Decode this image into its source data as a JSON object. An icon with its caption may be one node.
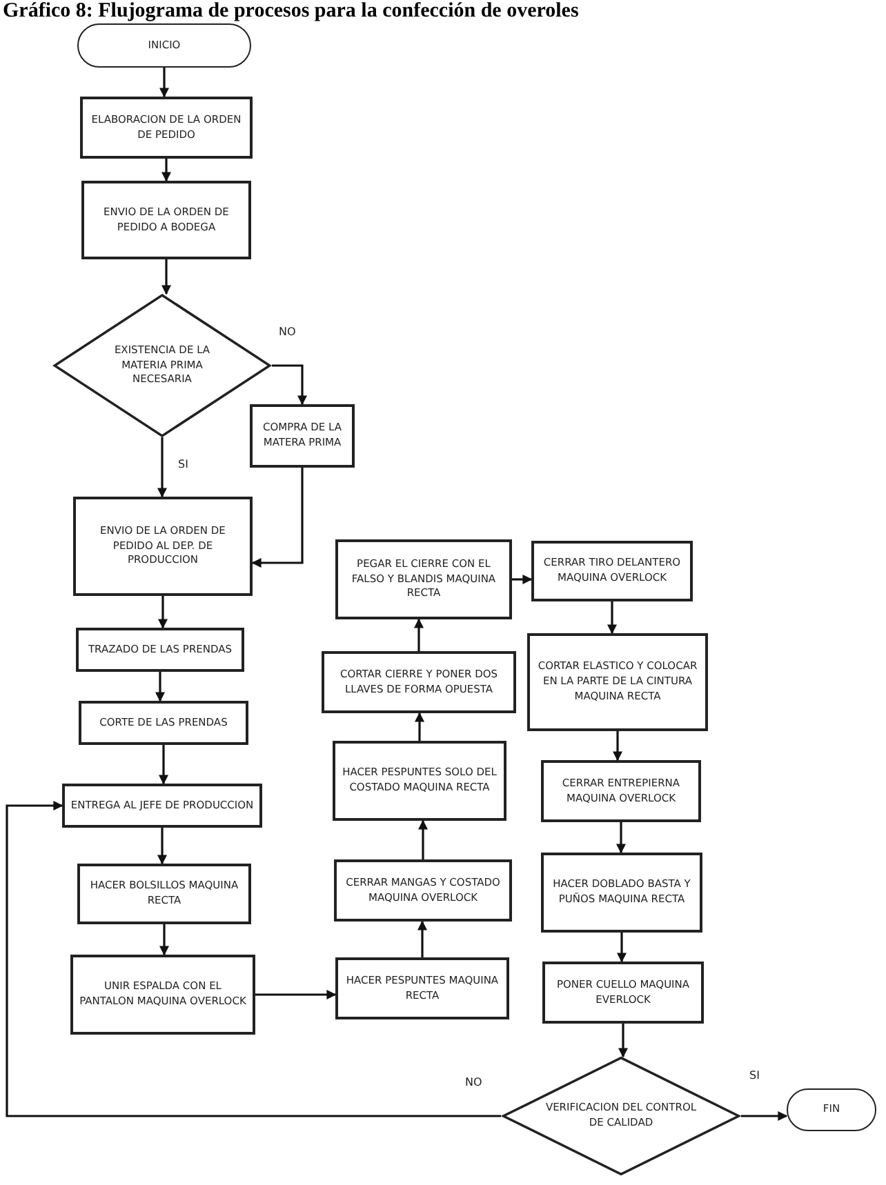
{
  "diagram": {
    "title": "Gráfico 8: Flujograma de procesos para la confección de overoles",
    "nodes": [
      {
        "text": [
          "INICIO"
        ]
      },
      {
        "text": [
          "ELABORACION DE LA ORDEN DE PEDIDO"
        ]
      },
      {
        "text": [
          "ENVIO DE LA ORDEN DE PEDIDO A BODEGA"
        ]
      },
      {
        "text": [
          "EXISTENCIA DE LA MATERIA PRIMA NECESARIA"
        ]
      },
      {
        "text": [
          "COMPRA DE LA MATERA PRIMA"
        ]
      },
      {
        "text": [
          "ENVIO DE LA ORDEN DE PEDIDO AL DEP. DE PRODUCCION"
        ]
      },
      {
        "text": [
          "TRAZADO DE LAS PRENDAS"
        ]
      },
      {
        "text": [
          "CORTE DE LAS PRENDAS"
        ]
      },
      {
        "text": [
          "ENTREGA AL JEFE DE PRODUCCION"
        ]
      },
      {
        "text": [
          "HACER BOLSILLOS MAQUINA RECTA"
        ]
      },
      {
        "text": [
          "UNIR ESPALDA CON EL PANTALON MAQUINA OVERLOCK"
        ]
      },
      {
        "text": [
          "HACER PESPUNTES MAQUINA RECTA"
        ]
      },
      {
        "text": [
          "CERRAR MANGAS Y COSTADO MAQUINA OVERLOCK"
        ]
      },
      {
        "text": [
          "HACER PESPUNTES SOLO DEL COSTADO MAQUINA RECTA"
        ]
      },
      {
        "text": [
          "CORTAR CIERRE Y PONER DOS LLAVES DE FORMA OPUESTA"
        ]
      },
      {
        "text": [
          "PEGAR EL CIERRE CON EL FALSO Y BLANDIS MAQUINA RECTA"
        ]
      },
      {
        "text": [
          "CERRAR TIRO DELANTERO MAQUINA OVERLOCK"
        ]
      },
      {
        "text": [
          "CORTAR ELASTICO Y COLOCAR EN LA PARTE DE LA CINTURA MAQUINA RECTA"
        ]
      },
      {
        "text": [
          "CERRAR ENTREPIERNA MAQUINA OVERLOCK"
        ]
      },
      {
        "text": [
          "HACER DOBLADO BASTA Y PUÑOS MAQUINA RECTA"
        ]
      },
      {
        "text": [
          "PONER CUELLO MAQUINA EVERLOCK"
        ]
      },
      {
        "text": [
          "VERIFICACION DEL CONTROL DE CALIDAD"
        ]
      },
      {
        "text": [
          "FIN"
        ]
      }
    ],
    "edges": [
      {
        "from": 0,
        "to": 1,
        "arrow": "to"
      },
      {
        "from": 1,
        "to": 2,
        "arrow": "to"
      },
      {
        "from": 2,
        "to": 3,
        "arrow": "to"
      },
      {
        "from": 3,
        "to": 4,
        "arrow": "to",
        "label": "NO"
      },
      {
        "from": 3,
        "to": 5,
        "arrow": "to",
        "label": "SI"
      },
      {
        "from": 4,
        "to": 5,
        "arrow": "to"
      },
      {
        "from": 5,
        "to": 6,
        "arrow": "to"
      },
      {
        "from": 6,
        "to": 7,
        "arrow": "to"
      },
      {
        "from": 7,
        "to": 8,
        "arrow": "to"
      },
      {
        "from": 8,
        "to": 9,
        "arrow": "to"
      },
      {
        "from": 9,
        "to": 10,
        "arrow": "to"
      },
      {
        "from": 10,
        "to": 11,
        "arrow": "to"
      },
      {
        "from": 11,
        "to": 12,
        "arrow": "to"
      },
      {
        "from": 12,
        "to": 13,
        "arrow": "to"
      },
      {
        "from": 13,
        "to": 14,
        "arrow": "to"
      },
      {
        "from": 14,
        "to": 15,
        "arrow": "to"
      },
      {
        "from": 15,
        "to": 16,
        "arrow": "to"
      },
      {
        "from": 16,
        "to": 17,
        "arrow": "to"
      },
      {
        "from": 17,
        "to": 18,
        "arrow": "to"
      },
      {
        "from": 18,
        "to": 19,
        "arrow": "to"
      },
      {
        "from": 19,
        "to": 20,
        "arrow": "to"
      },
      {
        "from": 20,
        "to": 21,
        "arrow": "to"
      },
      {
        "from": 21,
        "to": 22,
        "arrow": "to",
        "label": "SI"
      },
      {
        "from": 21,
        "to": 8,
        "arrow": "to",
        "label": "NO"
      }
    ]
  }
}
